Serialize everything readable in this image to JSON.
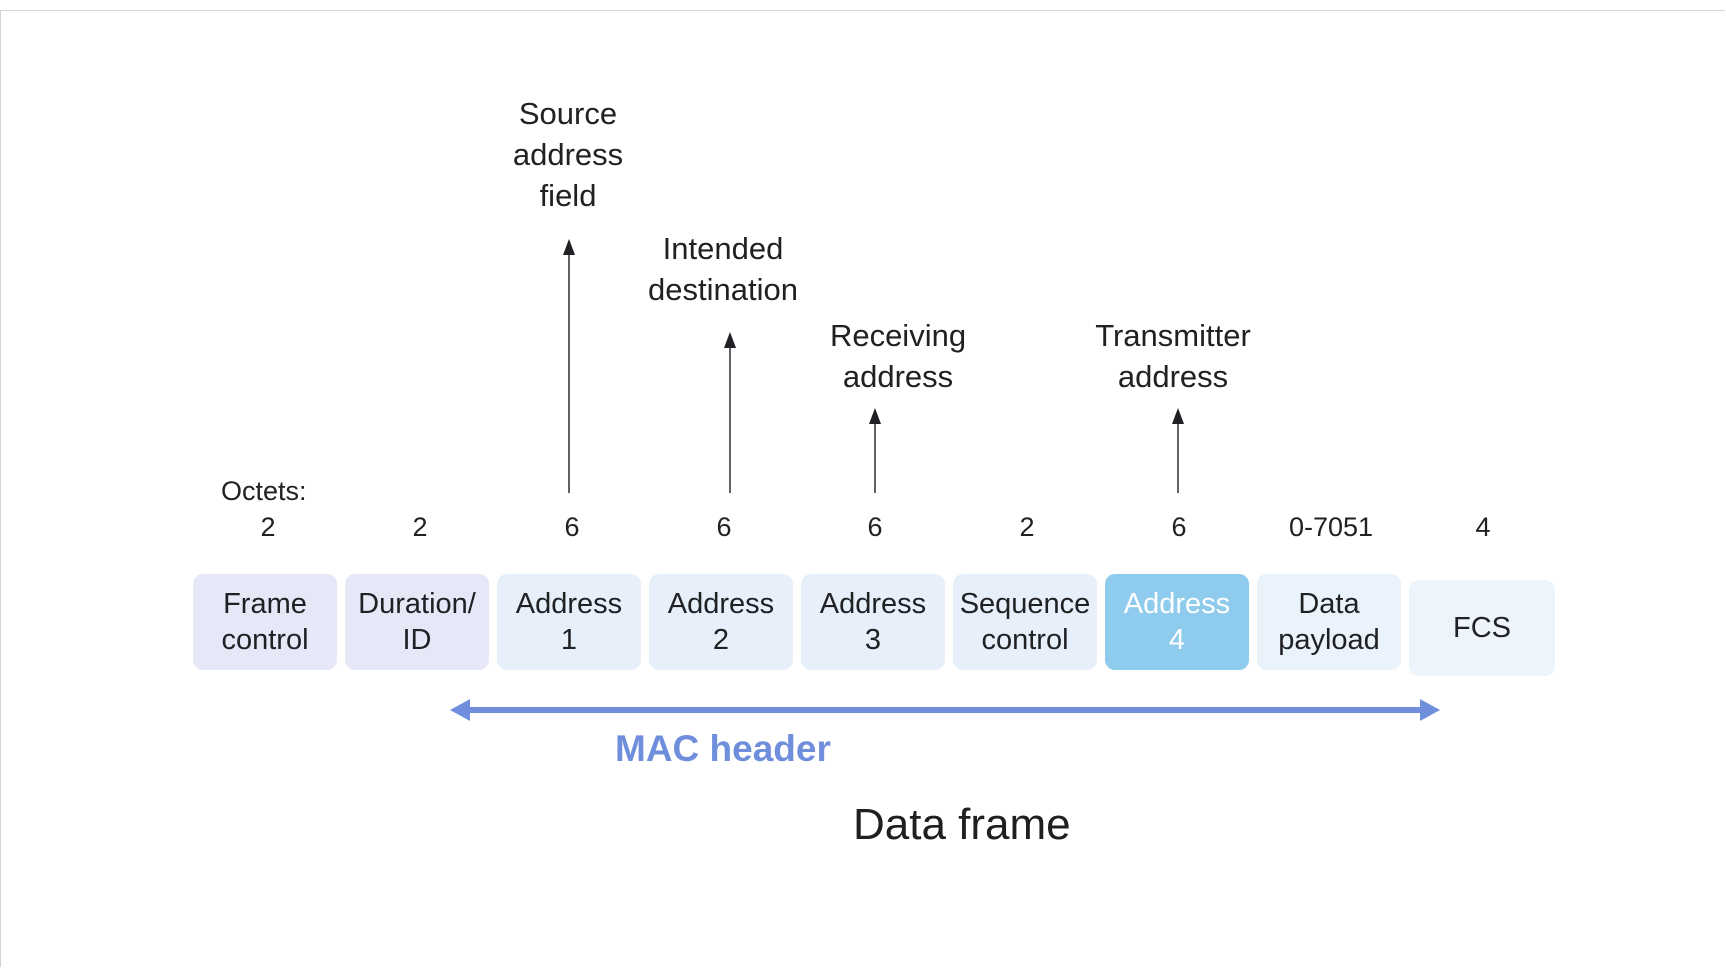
{
  "annotations": {
    "source": "Source\naddress\nfield",
    "intended": "Intended\ndestination",
    "receiving": "Receiving\naddress",
    "transmitter": "Transmitter\naddress"
  },
  "octets_label": "Octets:",
  "octets": [
    "2",
    "2",
    "6",
    "6",
    "6",
    "2",
    "6",
    "0-7051",
    "4"
  ],
  "fields": [
    {
      "label": "Frame\ncontrol",
      "color": "#e6e7f7"
    },
    {
      "label": "Duration/\nID",
      "color": "#e6e7f7"
    },
    {
      "label": "Address\n1",
      "color": "#e7f0fa"
    },
    {
      "label": "Address\n2",
      "color": "#e7f0fa"
    },
    {
      "label": "Address\n3",
      "color": "#e7f0fa"
    },
    {
      "label": "Sequence\ncontrol",
      "color": "#e7f0fa"
    },
    {
      "label": "Address\n4",
      "color": "#8fcbec",
      "text_color": "#ffffff"
    },
    {
      "label": "Data\npayload",
      "color": "#eaf2fb"
    },
    {
      "label": "FCS",
      "color": "#eef4fc"
    }
  ],
  "mac_header_label": "MAC header",
  "caption": "Data frame"
}
